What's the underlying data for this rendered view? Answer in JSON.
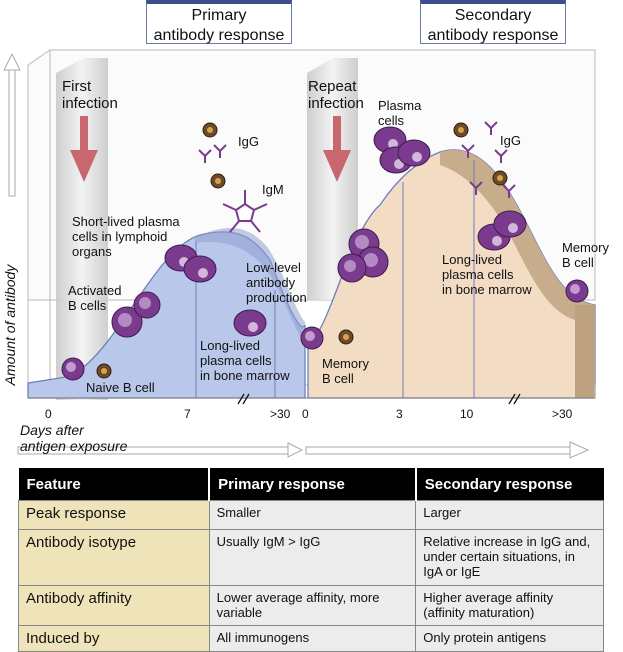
{
  "headers": {
    "primary": [
      "Primary",
      "antibody response"
    ],
    "secondary": [
      "Secondary",
      "antibody response"
    ]
  },
  "events": {
    "first": [
      "First",
      "infection"
    ],
    "repeat": [
      "Repeat",
      "infection"
    ]
  },
  "y_axis_label": "Amount of antibody",
  "x_axis_label": [
    "Days after",
    "antigen exposure"
  ],
  "x_ticks_primary": [
    "0",
    "7",
    ">30"
  ],
  "x_ticks_secondary": [
    "0",
    "3",
    "10",
    ">30"
  ],
  "labels": {
    "igg1": "IgG",
    "igm": "IgM",
    "short_lived": [
      "Short-lived plasma",
      "cells in lymphoid",
      "organs"
    ],
    "activated": [
      "Activated",
      "B cells"
    ],
    "naive": "Naive B cell",
    "low_level": [
      "Low-level",
      "antibody",
      "production"
    ],
    "long_lived1": [
      "Long-lived",
      "plasma cells",
      "in bone marrow"
    ],
    "memory1": [
      "Memory",
      "B cell"
    ],
    "plasma": [
      "Plasma",
      "cells"
    ],
    "igg2": "IgG",
    "long_lived2": [
      "Long-lived",
      "plasma cells",
      "in bone marrow"
    ],
    "memory2": [
      "Memory",
      "B cell"
    ]
  },
  "table": {
    "columns": [
      "Feature",
      "Primary response",
      "Secondary response"
    ],
    "rows": [
      [
        "Peak response",
        "Smaller",
        "Larger"
      ],
      [
        "Antibody isotype",
        "Usually IgM > IgG",
        "Relative increase in IgG and, under certain situations, in IgA or IgE"
      ],
      [
        "Antibody affinity",
        "Lower average affinity, more variable",
        "Higher average affinity (affinity maturation)"
      ],
      [
        "Induced by",
        "All immunogens",
        "Only protein antigens"
      ]
    ]
  },
  "colors": {
    "primary_fill": "#b9c8ea",
    "secondary_fill": "#f3dcc4",
    "secondary_top": "#c7ad8b",
    "table_feature_bg": "#efe3b9",
    "arrow": "#c8686e",
    "cell": "#7a3a8e",
    "header_bar": "#3c4f8c"
  }
}
